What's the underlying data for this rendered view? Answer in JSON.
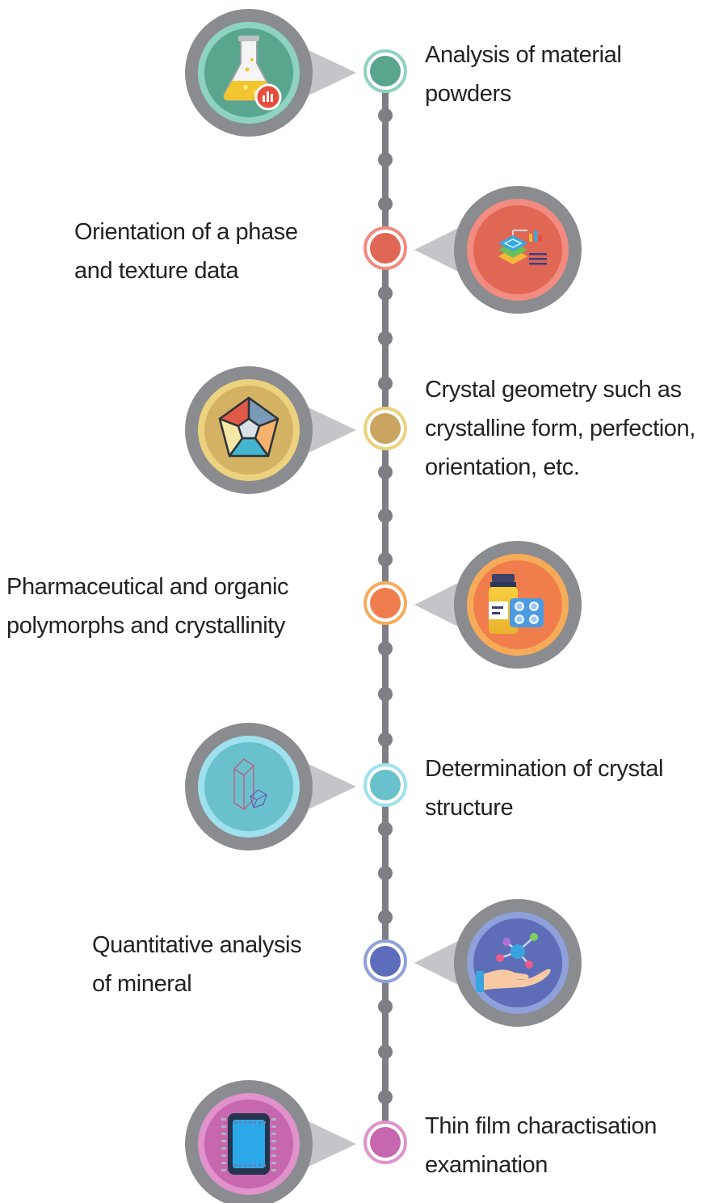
{
  "palette": {
    "line": "#7d7f84",
    "ring_outer": "#8a8c90",
    "pointer": "#c4c5c8"
  },
  "items": [
    {
      "side": "right",
      "lines": [
        "Analysis of material",
        "powders"
      ],
      "icon": "flask-chart-icon",
      "color_ring": "#8dd3c0",
      "color_fill": "#5aa58e",
      "color_node": "#5aa58e"
    },
    {
      "side": "left",
      "lines": [
        "Orientation of a phase",
        "and texture data"
      ],
      "icon": "layers-chart-icon",
      "color_ring": "#f28b80",
      "color_fill": "#e06753",
      "color_node": "#e06753"
    },
    {
      "side": "right",
      "lines": [
        "Crystal geometry such as",
        "crystalline form, perfection,",
        "orientation, etc."
      ],
      "icon": "pentagon-crystal-icon",
      "color_ring": "#ecd27e",
      "color_fill": "#d4b264",
      "color_node": "#c9a560"
    },
    {
      "side": "left",
      "lines": [
        "Pharmaceutical and organic",
        "polymorphs and crystallinity"
      ],
      "icon": "medicine-bottle-icon",
      "color_ring": "#f6ab59",
      "color_fill": "#f07e4c",
      "color_node": "#ef7e4f"
    },
    {
      "side": "right",
      "lines": [
        "Determination of crystal",
        "structure"
      ],
      "icon": "crystal-prism-icon",
      "color_ring": "#9ee0ee",
      "color_fill": "#68c1cc",
      "color_node": "#68c1cc"
    },
    {
      "side": "left",
      "lines": [
        "Quantitative analysis",
        "of mineral"
      ],
      "icon": "molecule-hand-icon",
      "color_ring": "#8ea1da",
      "color_fill": "#5d6db8",
      "color_node": "#5e6dbb"
    },
    {
      "side": "right",
      "lines": [
        "Thin film charactisation",
        "examination"
      ],
      "icon": "thin-film-chip-icon",
      "color_ring": "#df92cc",
      "color_fill": "#c767b0",
      "color_node": "#c767b0"
    }
  ]
}
